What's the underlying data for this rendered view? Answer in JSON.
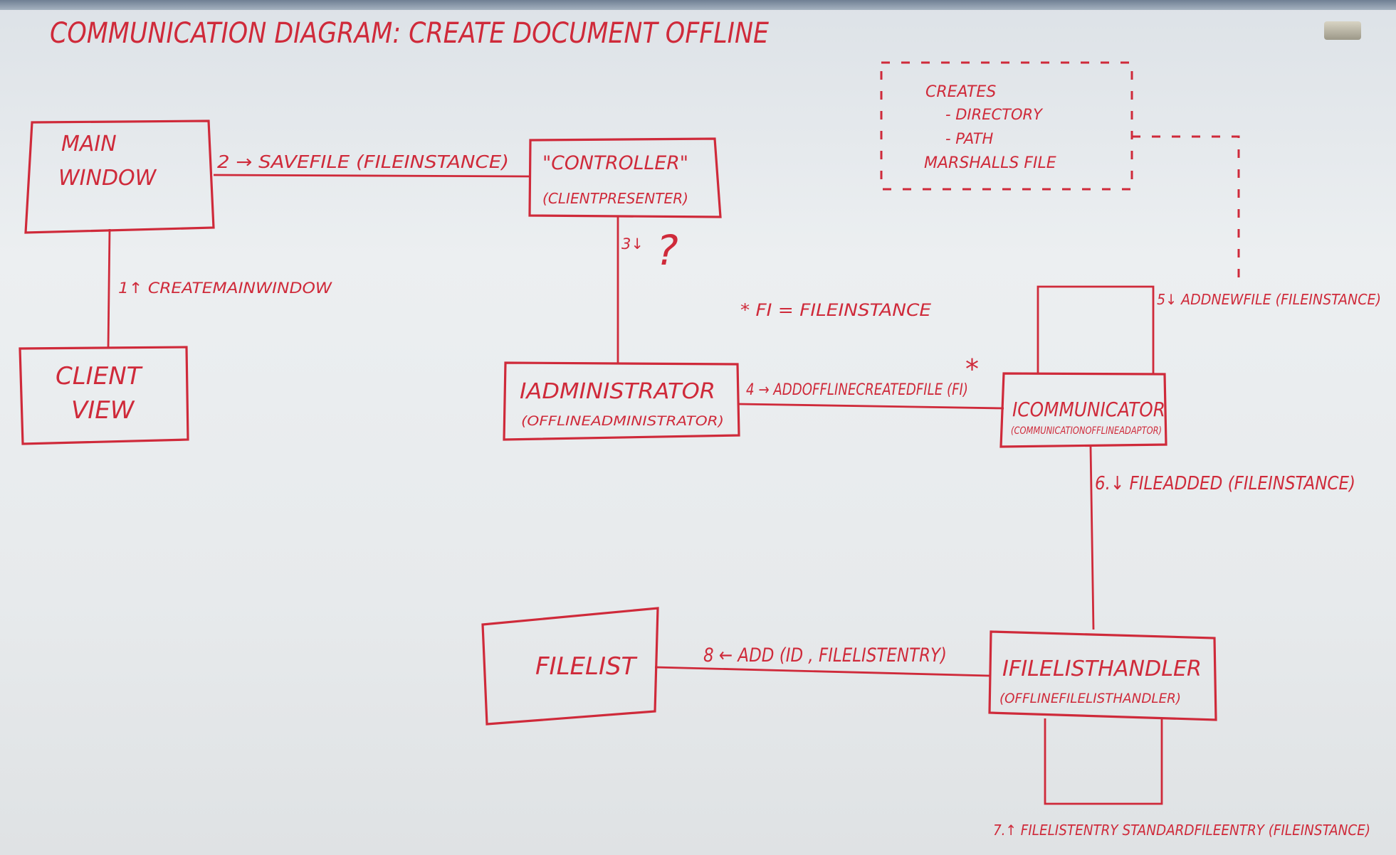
{
  "title": "COMMUNICATION DIAGRAM: CREATE DOCUMENT OFFLINE",
  "nodes": {
    "main_window": [
      "MAIN",
      "WINDOW"
    ],
    "client_view": [
      "CLIENT",
      "VIEW"
    ],
    "controller": [
      "\"CONTROLLER\"",
      "(CLIENTPRESENTER)"
    ],
    "iadministrator": [
      "IADMINISTRATOR",
      "(OFFLINEADMINISTRATOR)"
    ],
    "icommunicator": [
      "ICOMMUNICATOR",
      "(COMMUNICATIONOFFLINEADAPTOR)"
    ],
    "ifilelisthandler": [
      "IFILELISTHANDLER",
      "(OFFLINEFILELISTHANDLER)"
    ],
    "filelist": "FILELIST"
  },
  "messages": {
    "m1": "1↑ CREATEMAINWINDOW",
    "m2": "2 → SAVEFILE   (FILEINSTANCE)",
    "m3": "3↓",
    "m3_question": "?",
    "m4": "4 → ADDOFFLINECREATEDFILE (FI)",
    "m4_star": "*",
    "m5": "5↓ ADDNEWFILE (FILEINSTANCE)",
    "m6": "6.↓ FILEADDED (FILEINSTANCE)",
    "m7": "7.↑ FILELISTENTRY   STANDARDFILEENTRY (FILEINSTANCE)",
    "m8": "8 ← ADD (ID , FILELISTENTRY)"
  },
  "legend": "* FI = FILEINSTANCE",
  "note": [
    "CREATES",
    "- DIRECTORY",
    "- PATH",
    "MARSHALLS FILE"
  ],
  "colors": {
    "marker": "#cf2a3a",
    "board": "#e9ecef"
  }
}
